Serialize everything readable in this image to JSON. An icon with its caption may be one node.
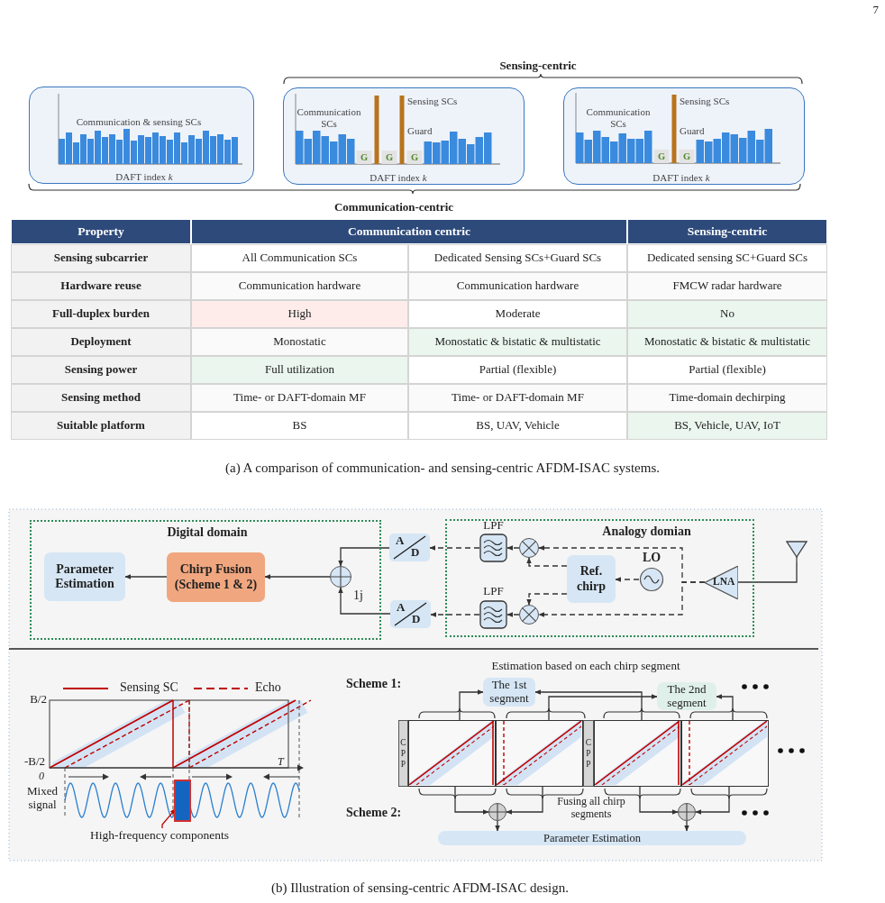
{
  "diagram": {
    "nodes": [
      {
        "text": [
          "Communication & sensing SCs",
          "DAFT index *k*"
        ]
      },
      {
        "text": [
          "Communication SCs",
          "Sensing SCs",
          "Guard",
          "G",
          "G",
          "G",
          "DAFT index *k*"
        ]
      },
      {
        "text": [
          "Communication SCs",
          "Sensing SCs",
          "Guard",
          "G",
          "G",
          "DAFT index *k*"
        ]
      },
      {
        "text": [
          "Digital domain"
        ]
      },
      {
        "text": [
          "Parameter Estimation"
        ],
        "in": 3
      },
      {
        "text": [
          "Chirp Fusion (Scheme 1 & 2)"
        ],
        "in": 3
      },
      {
        "text": [],
        "shape": "circle",
        "in": 3,
        "beside": [
          "1j"
        ]
      },
      {
        "text": [
          "A",
          "D"
        ]
      },
      {
        "text": [
          "A",
          "D"
        ]
      },
      {
        "text": [
          "Analogy domian"
        ]
      },
      {
        "text": [
          "LPF"
        ],
        "in": 9
      },
      {
        "text": [],
        "shape": "circle",
        "in": 9
      },
      {
        "text": [
          "Ref. chirp"
        ],
        "in": 9
      },
      {
        "text": [
          "LO"
        ],
        "in": 9
      },
      {
        "text": [
          "LPF"
        ],
        "in": 9
      },
      {
        "text": [],
        "shape": "circle",
        "in": 9
      },
      {
        "text": [
          "LNA"
        ],
        "in": 9
      },
      {
        "text": [],
        "shape": "antenna"
      },
      {
        "text": [
          "High-frequency components"
        ]
      },
      {
        "text": [],
        "shape": "bar"
      },
      {
        "text": [
          "The 1st segment"
        ]
      },
      {
        "text": [
          "The 2nd segment"
        ]
      },
      {
        "text": [
          "CPP"
        ]
      },
      {
        "text": [],
        "shape": "box"
      },
      {
        "text": [],
        "shape": "box"
      },
      {
        "text": [
          "CPP"
        ]
      },
      {
        "text": [],
        "shape": "box"
      },
      {
        "text": [],
        "shape": "box"
      },
      {
        "text": [],
        "shape": "circle"
      },
      {
        "text": [],
        "shape": "circle"
      },
      {
        "text": [
          "Parameter Estimation"
        ]
      }
    ],
    "edges": [
      {
        "from": 7,
        "to": 6,
        "arrow": "to"
      },
      {
        "from": 8,
        "to": 6,
        "arrow": "to"
      },
      {
        "from": 6,
        "to": 5,
        "arrow": "to"
      },
      {
        "from": 5,
        "to": 4,
        "arrow": "to"
      },
      {
        "from": 10,
        "to": 7,
        "arrow": "to",
        "style": "dashed"
      },
      {
        "from": 14,
        "to": 8,
        "arrow": "to",
        "style": "dashed"
      },
      {
        "from": 11,
        "to": 10,
        "arrow": "to",
        "style": "dashed"
      },
      {
        "from": 15,
        "to": 14,
        "arrow": "to",
        "style": "dashed"
      },
      {
        "from": 12,
        "to": 11,
        "arrow": "to",
        "style": "dashed"
      },
      {
        "from": 12,
        "to": 15,
        "arrow": "to",
        "style": "dashed"
      },
      {
        "from": 13,
        "to": 12,
        "arrow": "to",
        "style": "dashed"
      },
      {
        "from": 16,
        "to": 11,
        "arrow": "to",
        "style": "dashed"
      },
      {
        "from": 16,
        "to": 15,
        "arrow": "to",
        "style": "dashed"
      },
      {
        "from": 17,
        "to": 16,
        "arrow": "none"
      },
      {
        "from": 18,
        "to": 19,
        "arrow": "to",
        "color": "#c00000"
      },
      {
        "from": 23,
        "to": 20,
        "arrow": "to"
      },
      {
        "from": 26,
        "to": 20,
        "arrow": "to"
      },
      {
        "from": 24,
        "to": 21,
        "arrow": "to"
      },
      {
        "from": 27,
        "to": 21,
        "arrow": "to"
      },
      {
        "from": 23,
        "to": 28,
        "arrow": "to"
      },
      {
        "from": 24,
        "to": 28,
        "arrow": "to"
      },
      {
        "from": 26,
        "to": 29,
        "arrow": "to"
      },
      {
        "from": 27,
        "to": 29,
        "arrow": "to"
      },
      {
        "from": 28,
        "to": 30,
        "arrow": "to"
      },
      {
        "from": 29,
        "to": 30,
        "arrow": "to"
      }
    ],
    "labels": [
      "7",
      "Sensing-centric",
      "Communication-centric",
      "Property",
      "Communication centric",
      "Sensing-centric",
      "Sensing subcarrier",
      "All Communication SCs",
      "Dedicated Sensing SCs+Guard SCs",
      "Dedicated sensing SC+Guard SCs",
      "Hardware reuse",
      "Communication hardware",
      "Communication hardware",
      "FMCW radar hardware",
      "Full-duplex burden",
      "High",
      "Moderate",
      "No",
      "Deployment",
      "Monostatic",
      "Monostatic & bistatic & multistatic",
      "Monostatic & bistatic & multistatic",
      "Sensing power",
      "Full utilization",
      "Partial (flexible)",
      "Partial (flexible)",
      "Sensing method",
      "Time- or DAFT-domain MF",
      "Time- or DAFT-domain MF",
      "Time-domain dechirping",
      "Suitable platform",
      "BS",
      "BS, UAV, Vehicle",
      "BS, Vehicle, UAV, IoT",
      "(a) A comparison of communication- and sensing-centric AFDM-ISAC systems.",
      "B/2",
      "-B/2",
      "0",
      "T",
      "Mixed signal",
      "Estimation based on each chirp segment",
      "Scheme 1:",
      "Scheme 2:",
      "Fusing all chirp segments",
      "(b) Illustration of sensing-centric AFDM-ISAC design."
    ],
    "legend": [
      {
        "text": "Sensing SC"
      },
      {
        "text": "Echo"
      }
    ]
  }
}
